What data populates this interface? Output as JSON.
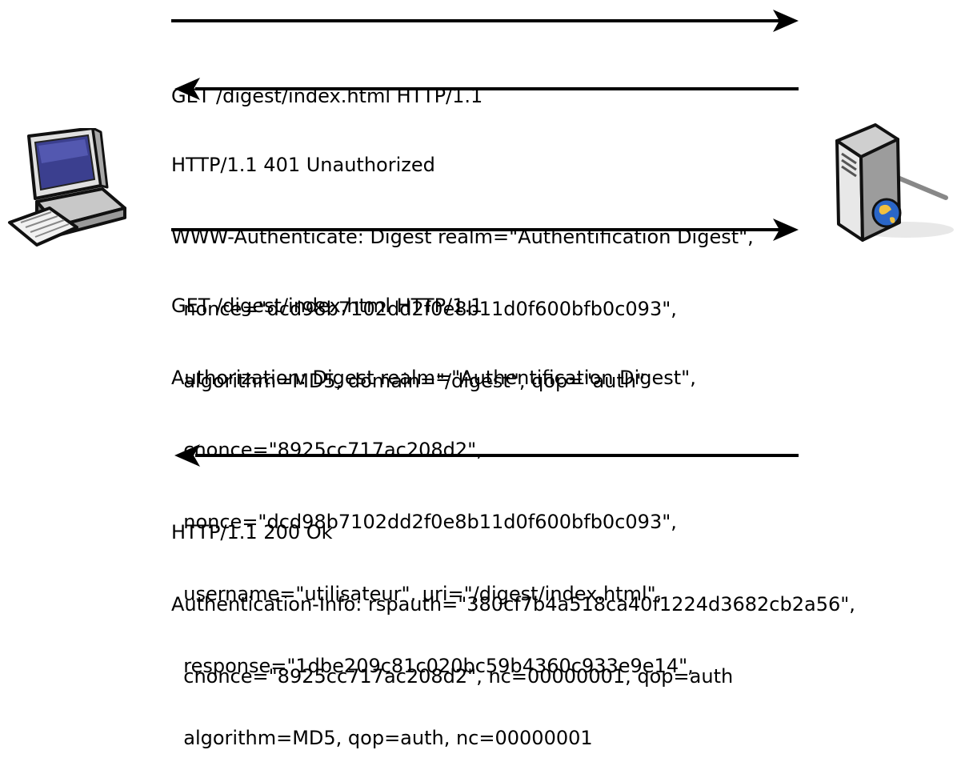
{
  "messages": [
    {
      "direction": "to-server",
      "lines": [
        "GET /digest/index.html HTTP/1.1"
      ]
    },
    {
      "direction": "to-client",
      "lines": [
        "HTTP/1.1 401 Unauthorized",
        "WWW-Authenticate: Digest realm=\"Authentification Digest\",",
        "  nonce=\"dcd98b7102dd2f0e8b11d0f600bfb0c093\",",
        "  algorithm=MD5, domain=\"/digest\", qop=\"auth\""
      ]
    },
    {
      "direction": "to-server",
      "lines": [
        "GET /digest/index.html HTTP/1.1",
        "Authorization: Digest realm=\"Authentification Digest\",",
        "  cnonce=\"8925cc717ac208d2\",",
        "  nonce=\"dcd98b7102dd2f0e8b11d0f600bfb0c093\",",
        "  username=\"utilisateur\", uri=\"/digest/index.html\",",
        "  response=\"1dbe209c81c020bc59b4360c933e9e14\",",
        "  algorithm=MD5, qop=auth, nc=00000001"
      ]
    },
    {
      "direction": "to-client",
      "lines": [
        "HTTP/1.1 200 Ok",
        "Authentication-Info: rspauth=\"380cf7b4a518ca40f1224d3682cb2a56\",",
        "  cnonce=\"8925cc717ac208d2\", nc=00000001, qop=auth"
      ]
    }
  ],
  "icons": {
    "client": "computer-icon",
    "server": "web-server-icon"
  }
}
